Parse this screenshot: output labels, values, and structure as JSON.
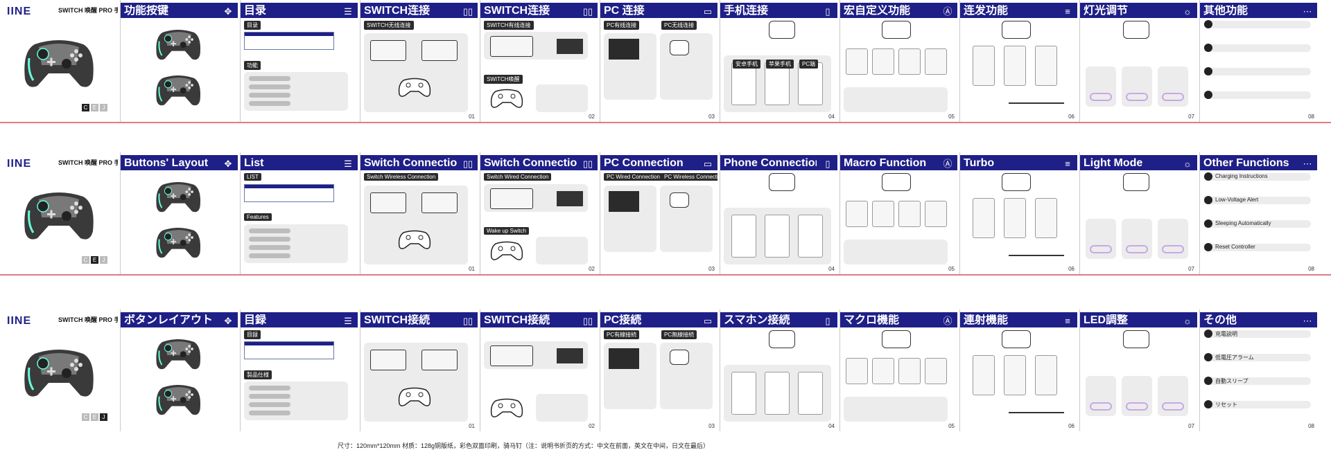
{
  "rows": [
    {
      "lang": "zh",
      "brand": "IINE",
      "cover_title": "SWITCH 唤醒 PRO 手柄",
      "titles": [
        "功能按键",
        "目录",
        "SWITCH连接",
        "SWITCH连接",
        "PC 连接",
        "手机连接",
        "宏自定义功能",
        "连发功能",
        "灯光调节",
        "其他功能"
      ],
      "labels": {
        "list": "目录",
        "features": "功能",
        "sw_wireless": "SWITCH无线连接",
        "sw_wired": "SWITCH有线连接",
        "sw_wake": "SWITCH唤醒",
        "pc_wired": "PC有线连接",
        "pc_wireless": "PC无线连接",
        "phone_a": "安卓手机",
        "phone_b": "苹果手机",
        "phone_c": "PC端"
      }
    },
    {
      "lang": "en",
      "brand": "IINE",
      "cover_title": "SWITCH 唤醒 PRO 手柄",
      "titles": [
        "Buttons' Layout",
        "List",
        "Switch Connection",
        "Switch Connection",
        "PC Connection",
        "Phone Connection",
        "Macro Function",
        "Turbo",
        "Light Mode",
        "Other Functions"
      ],
      "labels": {
        "list": "LIST",
        "features": "Features",
        "sw_wireless": "Switch Wireless Connection",
        "sw_wired": "Switch Wired Connection",
        "sw_wake": "Wake up Switch",
        "pc_wired": "PC Wired Connection",
        "pc_wireless": "PC Wireless Connection",
        "other_1": "Charging Instructions",
        "other_2": "Low-Voltage Alert",
        "other_3": "Sleeping Automatically",
        "other_4": "Reset Controller"
      }
    },
    {
      "lang": "ja",
      "brand": "IINE",
      "cover_title": "SWITCH 唤醒 PRO 手柄",
      "titles": [
        "ボタンレイアウト",
        "目録",
        "SWITCH接続",
        "SWITCH接続",
        "PC接続",
        "スマホン接続",
        "マクロ機能",
        "連射機能",
        "LED調整",
        "その他"
      ],
      "labels": {
        "list": "目録",
        "features": "製品仕様",
        "pc_wired": "PC有線接続",
        "pc_wireless": "PC無線接続",
        "other_1": "充電説明",
        "other_2": "低電圧アラーム",
        "other_3": "自動スリープ",
        "other_4": "リセット"
      }
    }
  ],
  "page_numbers": [
    "01",
    "02",
    "03",
    "04",
    "05",
    "06",
    "07",
    "08"
  ],
  "langs": [
    "C",
    "E",
    "J"
  ],
  "footer": "尺寸：120mm*120mm  材质：128g铜版纸，彩色双面印刷，骑马钉（注：说明书折页的方式：中文在前面，英文在中间，日文在最后）",
  "colors": {
    "band": "#1f1f88",
    "divider": "#e07a84"
  }
}
